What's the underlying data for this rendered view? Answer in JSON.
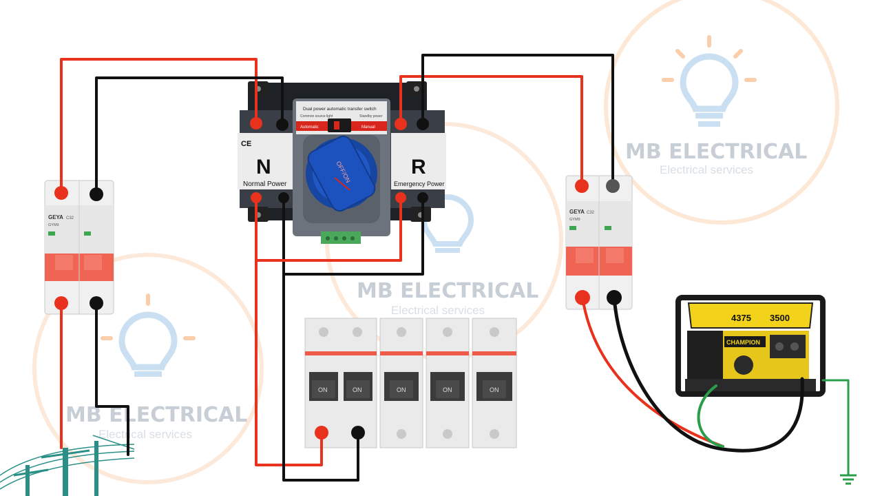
{
  "watermark": {
    "brand": "MB ELECTRICAL",
    "tagline": "Electrical services",
    "accent_color": "#f7a766",
    "bulb_color": "#9fc6e6"
  },
  "ats": {
    "header_text": "Dual power automatic transfer switch",
    "sub_left": "Common source light",
    "sub_right": "Standby power",
    "auto_label": "Automatic",
    "manual_label": "Manual",
    "ce_mark": "CE",
    "normal_letter": "N",
    "normal_label": "Normal Power",
    "emergency_letter": "R",
    "emergency_label": "Emergency Power",
    "knob_label": "OFF/ON"
  },
  "breaker_left": {
    "brand": "GEYA",
    "model": "GYM9",
    "rating": "C32"
  },
  "breaker_right": {
    "brand": "GEYA",
    "model": "GYM9",
    "rating": "C32"
  },
  "distribution_board": {
    "switch_labels": [
      "ON",
      "ON",
      "ON",
      "ON",
      "ON"
    ]
  },
  "generator": {
    "model": "4375",
    "watts": "3500",
    "brand": "CHAMPION"
  },
  "wire_colors": {
    "line": "#e8321e",
    "neutral": "#111111",
    "earth": "#2a9d4a"
  },
  "icons": [
    "lightbulb-icon",
    "utility-pole-icon",
    "ground-icon",
    "generator-icon",
    "rotary-knob-icon"
  ]
}
